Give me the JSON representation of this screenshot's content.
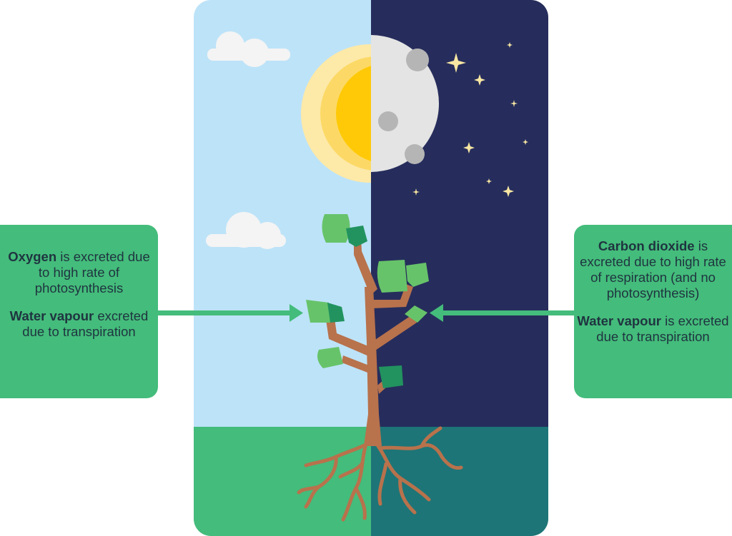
{
  "day_box": {
    "item1_bold": "Oxygen",
    "item1_text": " is excreted due to high rate of photosynthesis",
    "item2_bold": "Water vapour",
    "item2_text": " excreted due to transpiration"
  },
  "night_box": {
    "item1_bold": "Carbon dioxide",
    "item1_text": " is excreted due to high rate of respiration (and no photosynthesis)",
    "item2_bold": "Water vapour",
    "item2_text": " is excreted due to transpiration"
  },
  "colors": {
    "day_sky": "#bde3f8",
    "night_sky": "#262d5c",
    "day_ground": "#44bc7b",
    "night_ground": "#1d7577",
    "box_fill": "#44bc7b",
    "text_dark": "#1f3440",
    "sun": "#ffc907",
    "moon": "#e4e4e4",
    "trunk": "#b8724c",
    "leaf_light": "#67c36a",
    "leaf_dark": "#22935f",
    "star": "#f8e7a3"
  }
}
